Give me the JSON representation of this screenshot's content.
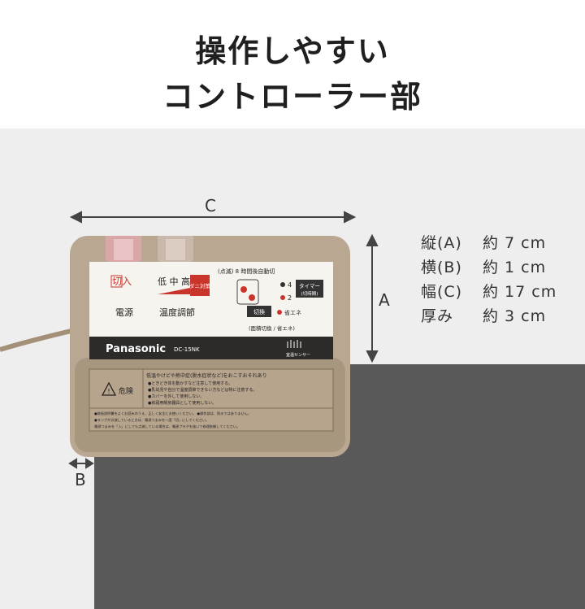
{
  "heading": {
    "line1": "操作しやすい",
    "line2": "コントローラー部"
  },
  "dimension_labels": {
    "c": "C",
    "a": "A",
    "b": "B"
  },
  "specs": [
    {
      "label": "縦(A)",
      "value": "約 7 cm"
    },
    {
      "label": "横(B)",
      "value": "約 1 cm"
    },
    {
      "label": "幅(C)",
      "value": "約 17 cm"
    },
    {
      "label": "厚み",
      "value": "約 3 cm"
    }
  ],
  "device": {
    "power_label": "切入",
    "power_caption": "電源",
    "temp_levels": "低 中 高",
    "dani_label": "ダニ対策",
    "temp_caption": "温度調節",
    "timer_note": "(点滅) 8 時間後自動切",
    "indicator_4": "4",
    "indicator_2": "2",
    "timer_button": "タイマー",
    "timer_sub": "(切時間)",
    "switch_button": "切換",
    "eco_label": "省エネ",
    "mode_caption": "(面積切換 / 省エネ)",
    "brand": "Panasonic",
    "model": "DC-15NK",
    "sensor_label": "室温センサー",
    "danger_label": "危険",
    "warning_title": "低温やけどや熱中症(脱水症状など)をおこすおそれあり",
    "warning_lines": [
      "●ときどき体を動かすなど注意して使用する。",
      "●乳幼児や自分で温度調節できない方などは特に注意する。",
      "●カバーを外して使用しない。",
      "●就寝用暖房器具として使用しない。"
    ],
    "footer_lines": [
      "●取扱説明書をよくお読みのうえ、正しく安全にお使いください。 ●操作部は、防水ではありません。",
      "●ランプが点滅しているときは、電源つまみを一度「切」にしてください。",
      "電源つまみを「入」にしても点滅している場合は、電源プラグを抜いて修理依頼してください。"
    ]
  },
  "colors": {
    "body": "#b9a791",
    "panel_light": "#f6f4ef",
    "band_dark": "#2d2b2a",
    "accent_red": "#c9352b",
    "floor": "#595959",
    "wall": "#eeeeee"
  }
}
